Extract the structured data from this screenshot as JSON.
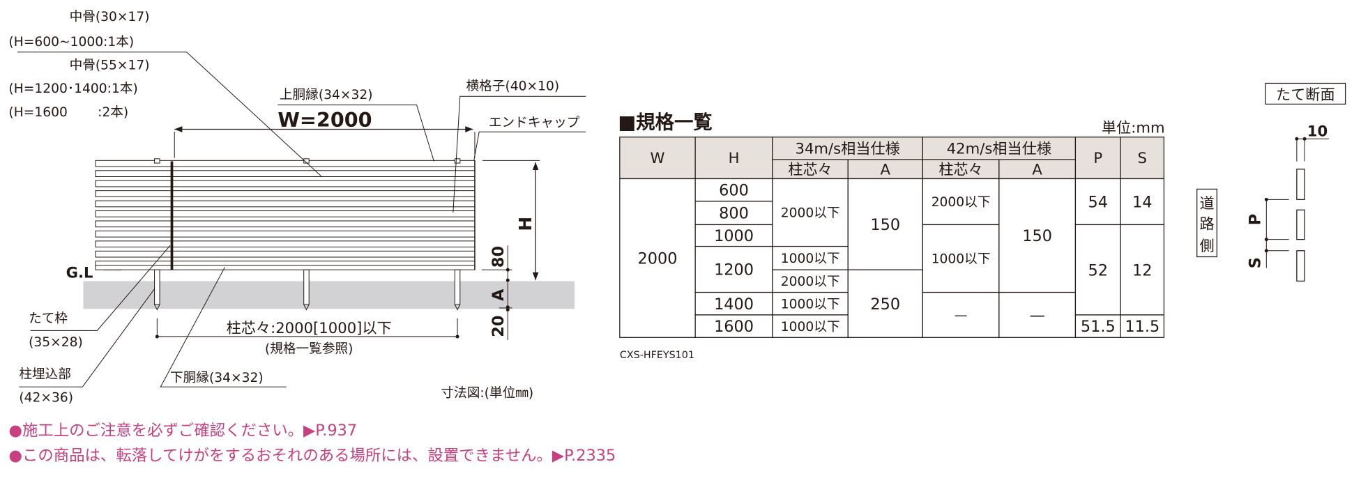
{
  "drawing": {
    "mid_frame_1_label": "中骨(30×17)",
    "mid_frame_1_note": "(H=600~1000:1本)",
    "mid_frame_2_label": "中骨(55×17)",
    "mid_frame_2_note_a": "(H=1200･1400:1本)",
    "mid_frame_2_note_b": "(H=1600　　 :2本)",
    "top_rail_label": "上胴縁(34×32)",
    "slat_label": "横格子(40×10)",
    "end_cap_label": "エンドキャップ",
    "width_label": "W=2000",
    "height_label": "H",
    "gl_label": "G.L",
    "dim_80": "80",
    "dim_a": "A",
    "dim_20": "20",
    "vertical_frame_label": "たて枠",
    "vertical_frame_size": "(35×28)",
    "post_embed_label": "柱埋込部",
    "post_embed_size": "(42×36)",
    "bottom_rail_label": "下胴縁(34×32)",
    "post_pitch_label": "柱芯々:2000[1000]以下",
    "post_pitch_note": "(規格一覧参照)",
    "unit_note": "寸法図:(単位㎜)"
  },
  "spec_table": {
    "title": "■規格一覧",
    "unit": "単位:mm",
    "headers": {
      "w": "W",
      "h": "H",
      "spec34": "34m/s相当仕様",
      "spec42": "42m/s相当仕様",
      "pitch34": "柱芯々",
      "a34": "A",
      "pitch42": "柱芯々",
      "a42": "A",
      "p": "P",
      "s": "S"
    },
    "w_value": "2000",
    "h_values": [
      "600",
      "800",
      "1000",
      "1200",
      "1400",
      "1600"
    ],
    "spec34_pitch": [
      "2000以下",
      "1000以下",
      "2000以下",
      "1000以下",
      "1000以下"
    ],
    "spec34_a": [
      "150",
      "250"
    ],
    "spec42_pitch": [
      "2000以下",
      "1000以下",
      "—"
    ],
    "spec42_a": [
      "150",
      "—"
    ],
    "p": [
      "54",
      "52",
      "51.5"
    ],
    "s": [
      "14",
      "12",
      "11.5"
    ],
    "code": "CXS-HFEYS101"
  },
  "section": {
    "title": "たて断面",
    "dim_10": "10",
    "road_side": [
      "道",
      "路",
      "側"
    ],
    "p_label": "P",
    "s_label": "S"
  },
  "notes": [
    {
      "bullet": "●",
      "text": "施工上のご注意を必ずご確認ください。",
      "link": "▶P.937"
    },
    {
      "bullet": "●",
      "text": "この商品は、転落してけがをするおそれのある場所には、設置できません。",
      "link": "▶P.2335"
    }
  ],
  "colors": {
    "accent_pink": "#c8407f",
    "table_header": "#e6e1da",
    "ground": "#d2d2d4"
  }
}
